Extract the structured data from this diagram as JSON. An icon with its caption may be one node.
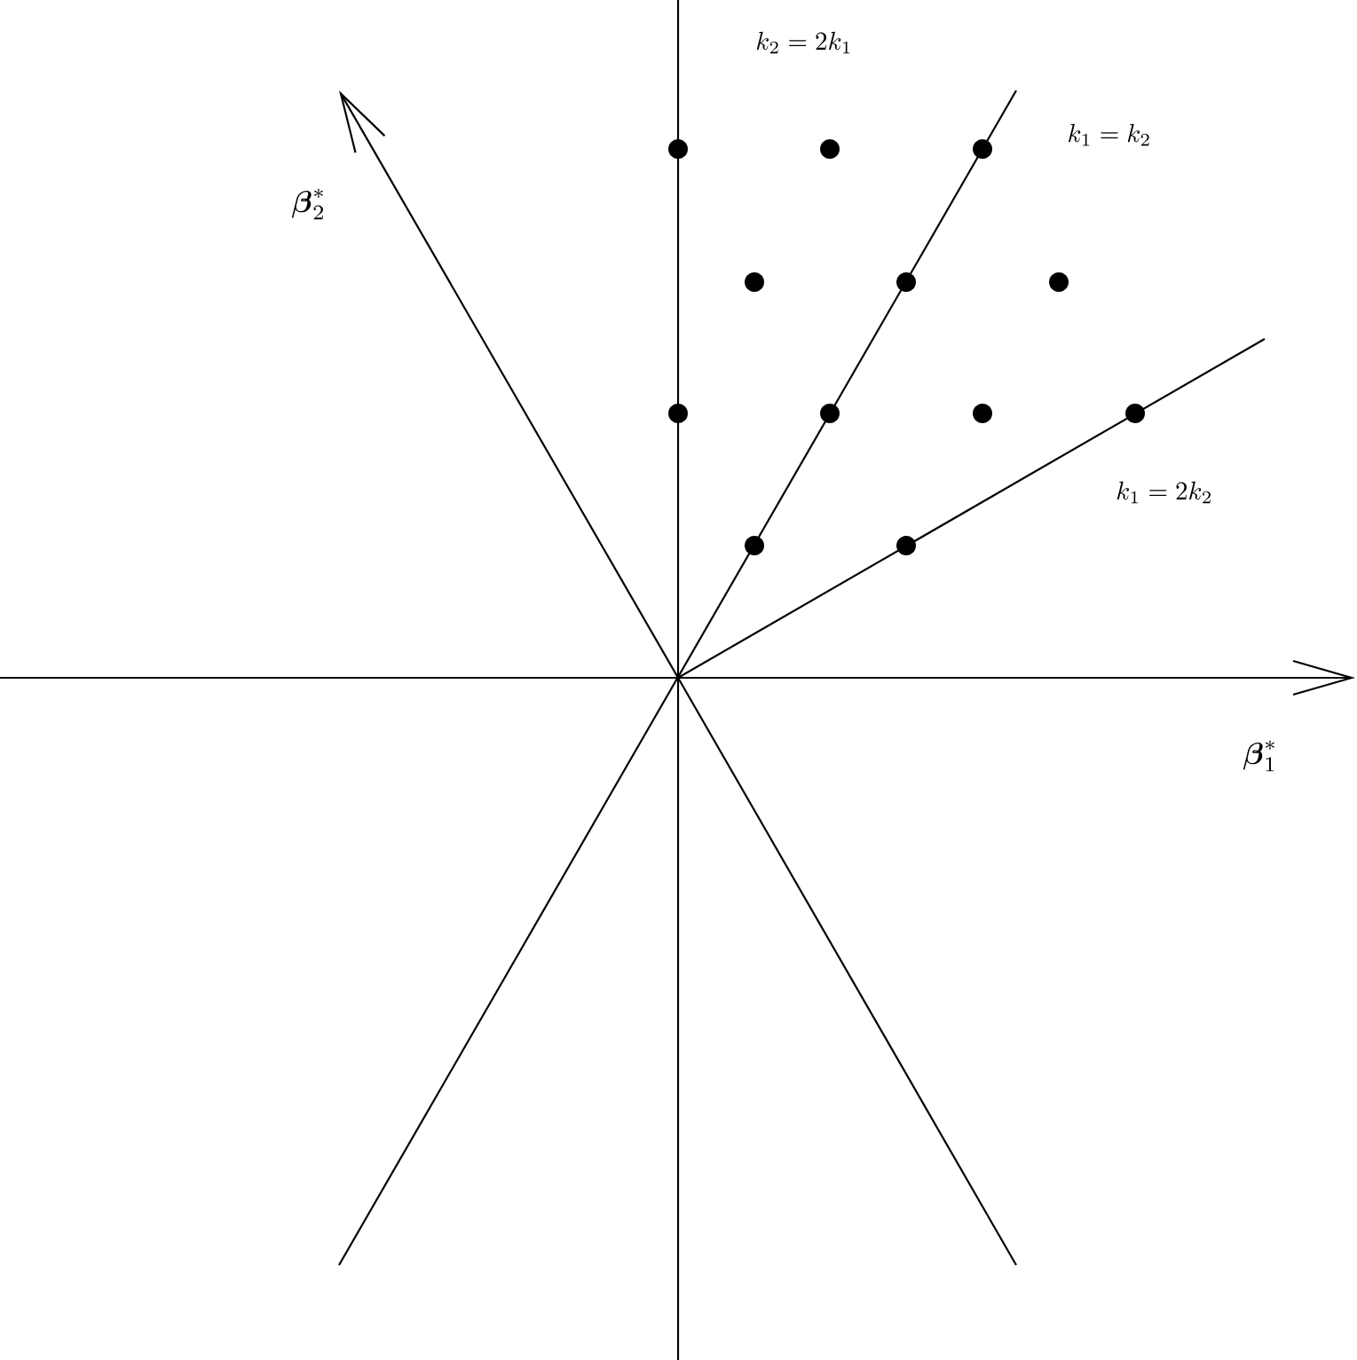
{
  "diagram": {
    "labels": [
      "k_2 = 2k_1",
      "k_1 = k_2",
      "\\boldsymbol{\\beta}_2^*",
      "k_1 = 2k_2",
      "\\boldsymbol{\\beta}_1^*"
    ]
  }
}
